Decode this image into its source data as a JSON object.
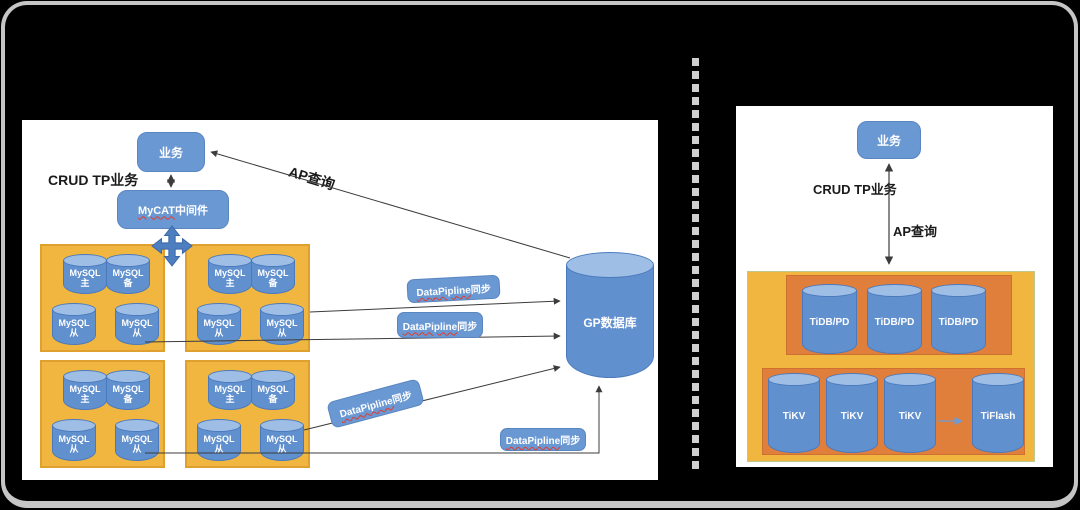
{
  "window": {
    "background": "#000000",
    "frame_color": "#c5c5c5",
    "divider_style": "gray-dashed-vertical"
  },
  "left_panel": {
    "business_label": "业务",
    "crud_tp_label": "CRUD TP业务",
    "ap_query_label": "AP查询",
    "middleware": {
      "brand": "MyCAT",
      "suffix": "中间件"
    },
    "gp_database_label": "GP数据库",
    "sync_labels": [
      {
        "brand": "DataPipline",
        "suffix": "同步"
      },
      {
        "brand": "DataPipline",
        "suffix": "同步"
      },
      {
        "brand": "DataPipline",
        "suffix": "同步"
      },
      {
        "brand": "DataPipline",
        "suffix": "同步"
      }
    ],
    "mysql_cylinders": [
      {
        "product": "MySQL",
        "role": "主"
      },
      {
        "product": "MySQL",
        "role": "备"
      },
      {
        "product": "MySQL",
        "role": "从"
      },
      {
        "product": "MySQL",
        "role": "从"
      }
    ]
  },
  "right_panel": {
    "business_label": "业务",
    "crud_tp_label": "CRUD TP业务",
    "ap_query_label": "AP查询",
    "tidb_nodes": [
      "TiDB/PD",
      "TiDB/PD",
      "TiDB/PD"
    ],
    "tikv_nodes": [
      "TiKV",
      "TiKV",
      "TiKV"
    ],
    "tiflash_label": "TiFlash"
  },
  "colors": {
    "shape_blue": "#6a98d3",
    "cylinder_blue": "#6190ce",
    "cylinder_top_blue": "#9fbee5",
    "box_yellow": "#f1b63f",
    "box_orange": "#e07e3b",
    "connector": "#3c3c3c",
    "spellcheck_red": "#e03c31"
  }
}
